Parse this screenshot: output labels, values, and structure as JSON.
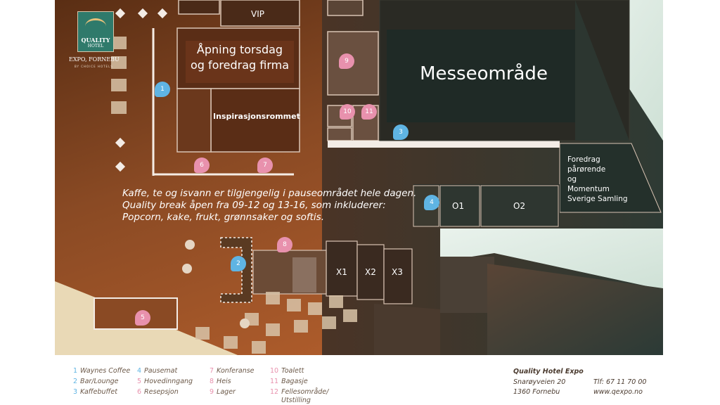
{
  "logo": {
    "brand_line1": "QUALITY",
    "brand_line2": "HOTEL",
    "location": "EXPO, FORNEBU",
    "tagline": "BY CHOICE HOTELS"
  },
  "rooms": {
    "vip": "VIP",
    "opening_line1": "Åpning torsdag",
    "opening_line2": "og foredrag firma",
    "inspiration": "Inspirasjonsrommet",
    "fair_area": "Messeområde",
    "talk_line1": "Foredrag",
    "talk_line2": "pårørende",
    "talk_line3": "og",
    "talk_line4": "Momentum",
    "talk_line5": "Sverige Samling",
    "o1": "O1",
    "o2": "O2",
    "x1": "X1",
    "x2": "X2",
    "x3": "X3"
  },
  "intro": {
    "line1": "Kaffe, te og isvann er tilgjengelig i pauseområdet hele dagen.",
    "line2": "Quality break åpen fra  09-12 og 13-16, som inkluderer:",
    "line3": "Popcorn, kake, frukt, grønnsaker og softis."
  },
  "markers": [
    {
      "num": "1",
      "color": "blue"
    },
    {
      "num": "2",
      "color": "blue"
    },
    {
      "num": "3",
      "color": "blue"
    },
    {
      "num": "4",
      "color": "blue"
    },
    {
      "num": "5",
      "color": "pink"
    },
    {
      "num": "6",
      "color": "pink"
    },
    {
      "num": "7",
      "color": "pink"
    },
    {
      "num": "8",
      "color": "pink"
    },
    {
      "num": "9",
      "color": "pink"
    },
    {
      "num": "10",
      "color": "pink"
    },
    {
      "num": "11",
      "color": "pink"
    }
  ],
  "legend": {
    "items": [
      {
        "num": "1",
        "label": "Waynes Coffee"
      },
      {
        "num": "2",
        "label": "Bar/Lounge"
      },
      {
        "num": "3",
        "label": "Kaffebuffet"
      },
      {
        "num": "4",
        "label": "Pausemat"
      },
      {
        "num": "5",
        "label": "Hovedinngang"
      },
      {
        "num": "6",
        "label": "Resepsjon"
      },
      {
        "num": "7",
        "label": "Konferanse"
      },
      {
        "num": "8",
        "label": "Heis"
      },
      {
        "num": "9",
        "label": "Lager"
      },
      {
        "num": "10",
        "label": "Toalett"
      },
      {
        "num": "11",
        "label": "Bagasje"
      },
      {
        "num": "12",
        "label": "Fellesområde/"
      },
      {
        "num": "",
        "label": "Utstilling"
      }
    ],
    "hotel_name": "Quality Hotel Expo",
    "address1": "Snarøyveien 20",
    "address2": "1360 Fornebu",
    "phone": "Tlf: 67 11 70 00",
    "web": "www.qexpo.no"
  },
  "colors": {
    "floor_brown": "#7a4526",
    "dark_room": "#1f2a26",
    "marker_blue": "#5fb4e3",
    "marker_pink": "#e891ad",
    "logo_teal": "#2f7a6b"
  }
}
